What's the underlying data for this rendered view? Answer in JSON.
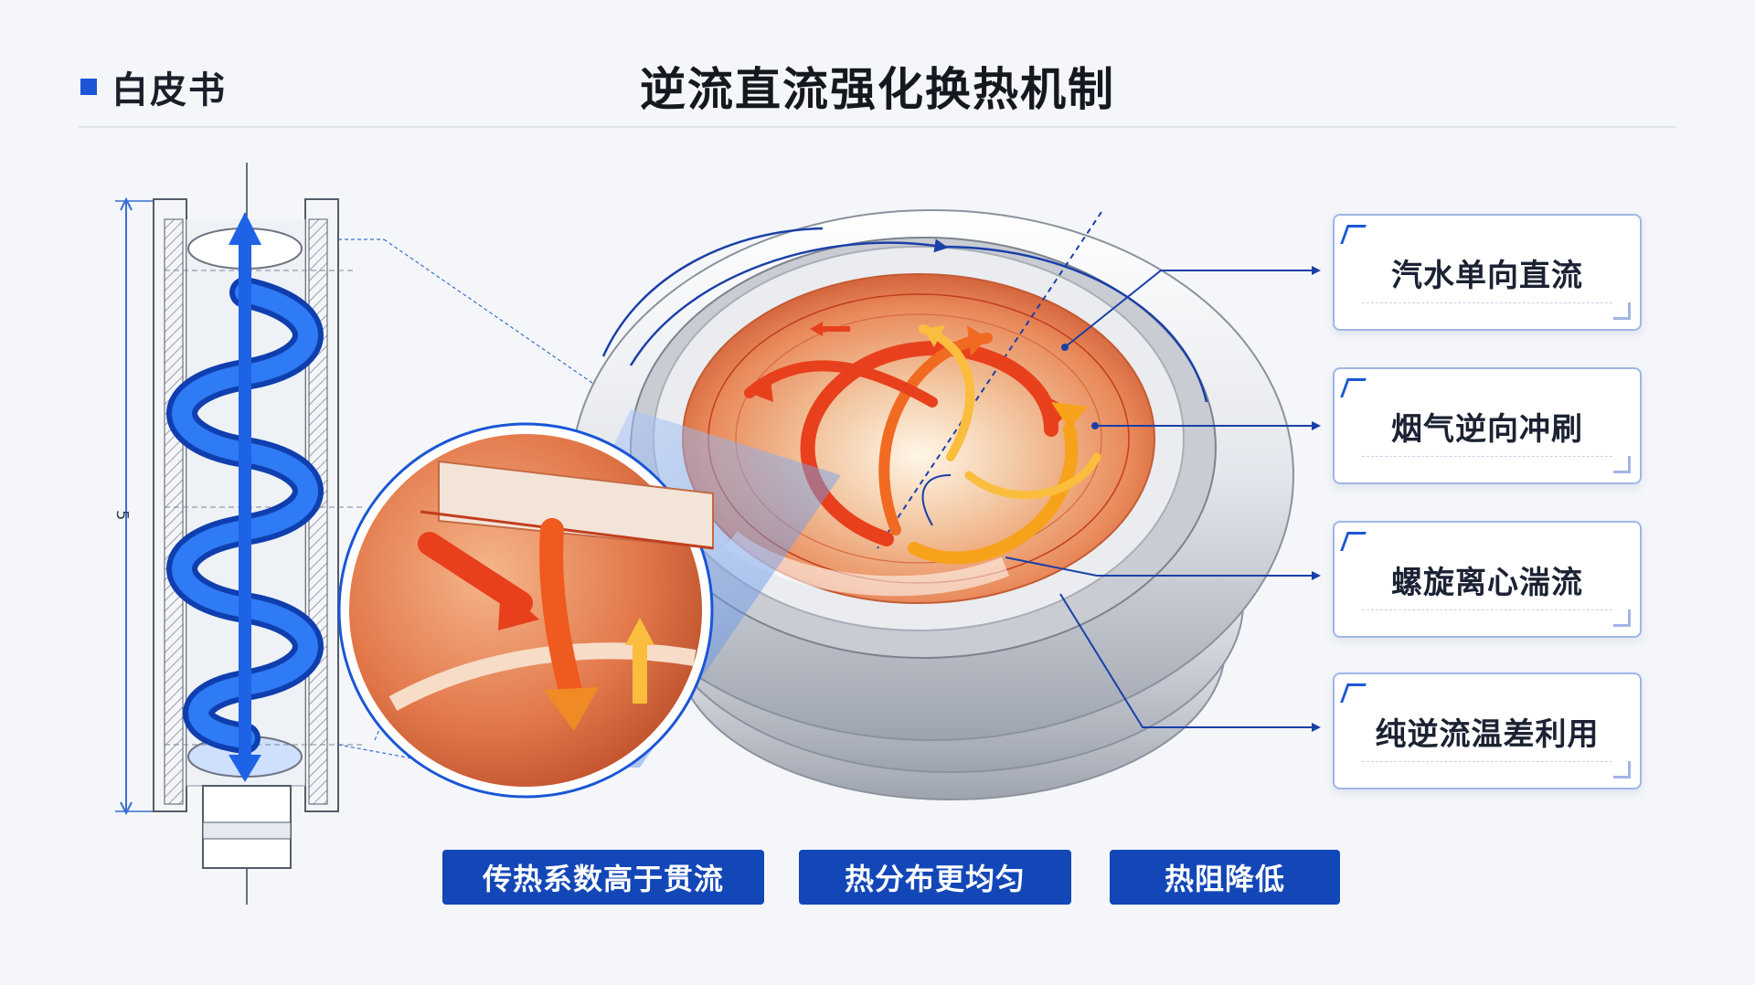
{
  "header": {
    "tag": "白皮书",
    "title": "逆流直流强化换热机制"
  },
  "diagram": {
    "dimension_label": "5"
  },
  "callouts": [
    {
      "label": "汽水单向直流"
    },
    {
      "label": "烟气逆向冲刷"
    },
    {
      "label": "螺旋离心湍流"
    },
    {
      "label": "纯逆流温差利用"
    }
  ],
  "benefits": [
    {
      "label": "传热系数高于贯流"
    },
    {
      "label": "热分布更均匀"
    },
    {
      "label": "热阻降低"
    }
  ],
  "colors": {
    "accent": "#1a56d6",
    "pill": "#1347b8",
    "hot": "#e8401c",
    "warm": "#f7a21b",
    "flow_blue": "#1e63e6"
  }
}
